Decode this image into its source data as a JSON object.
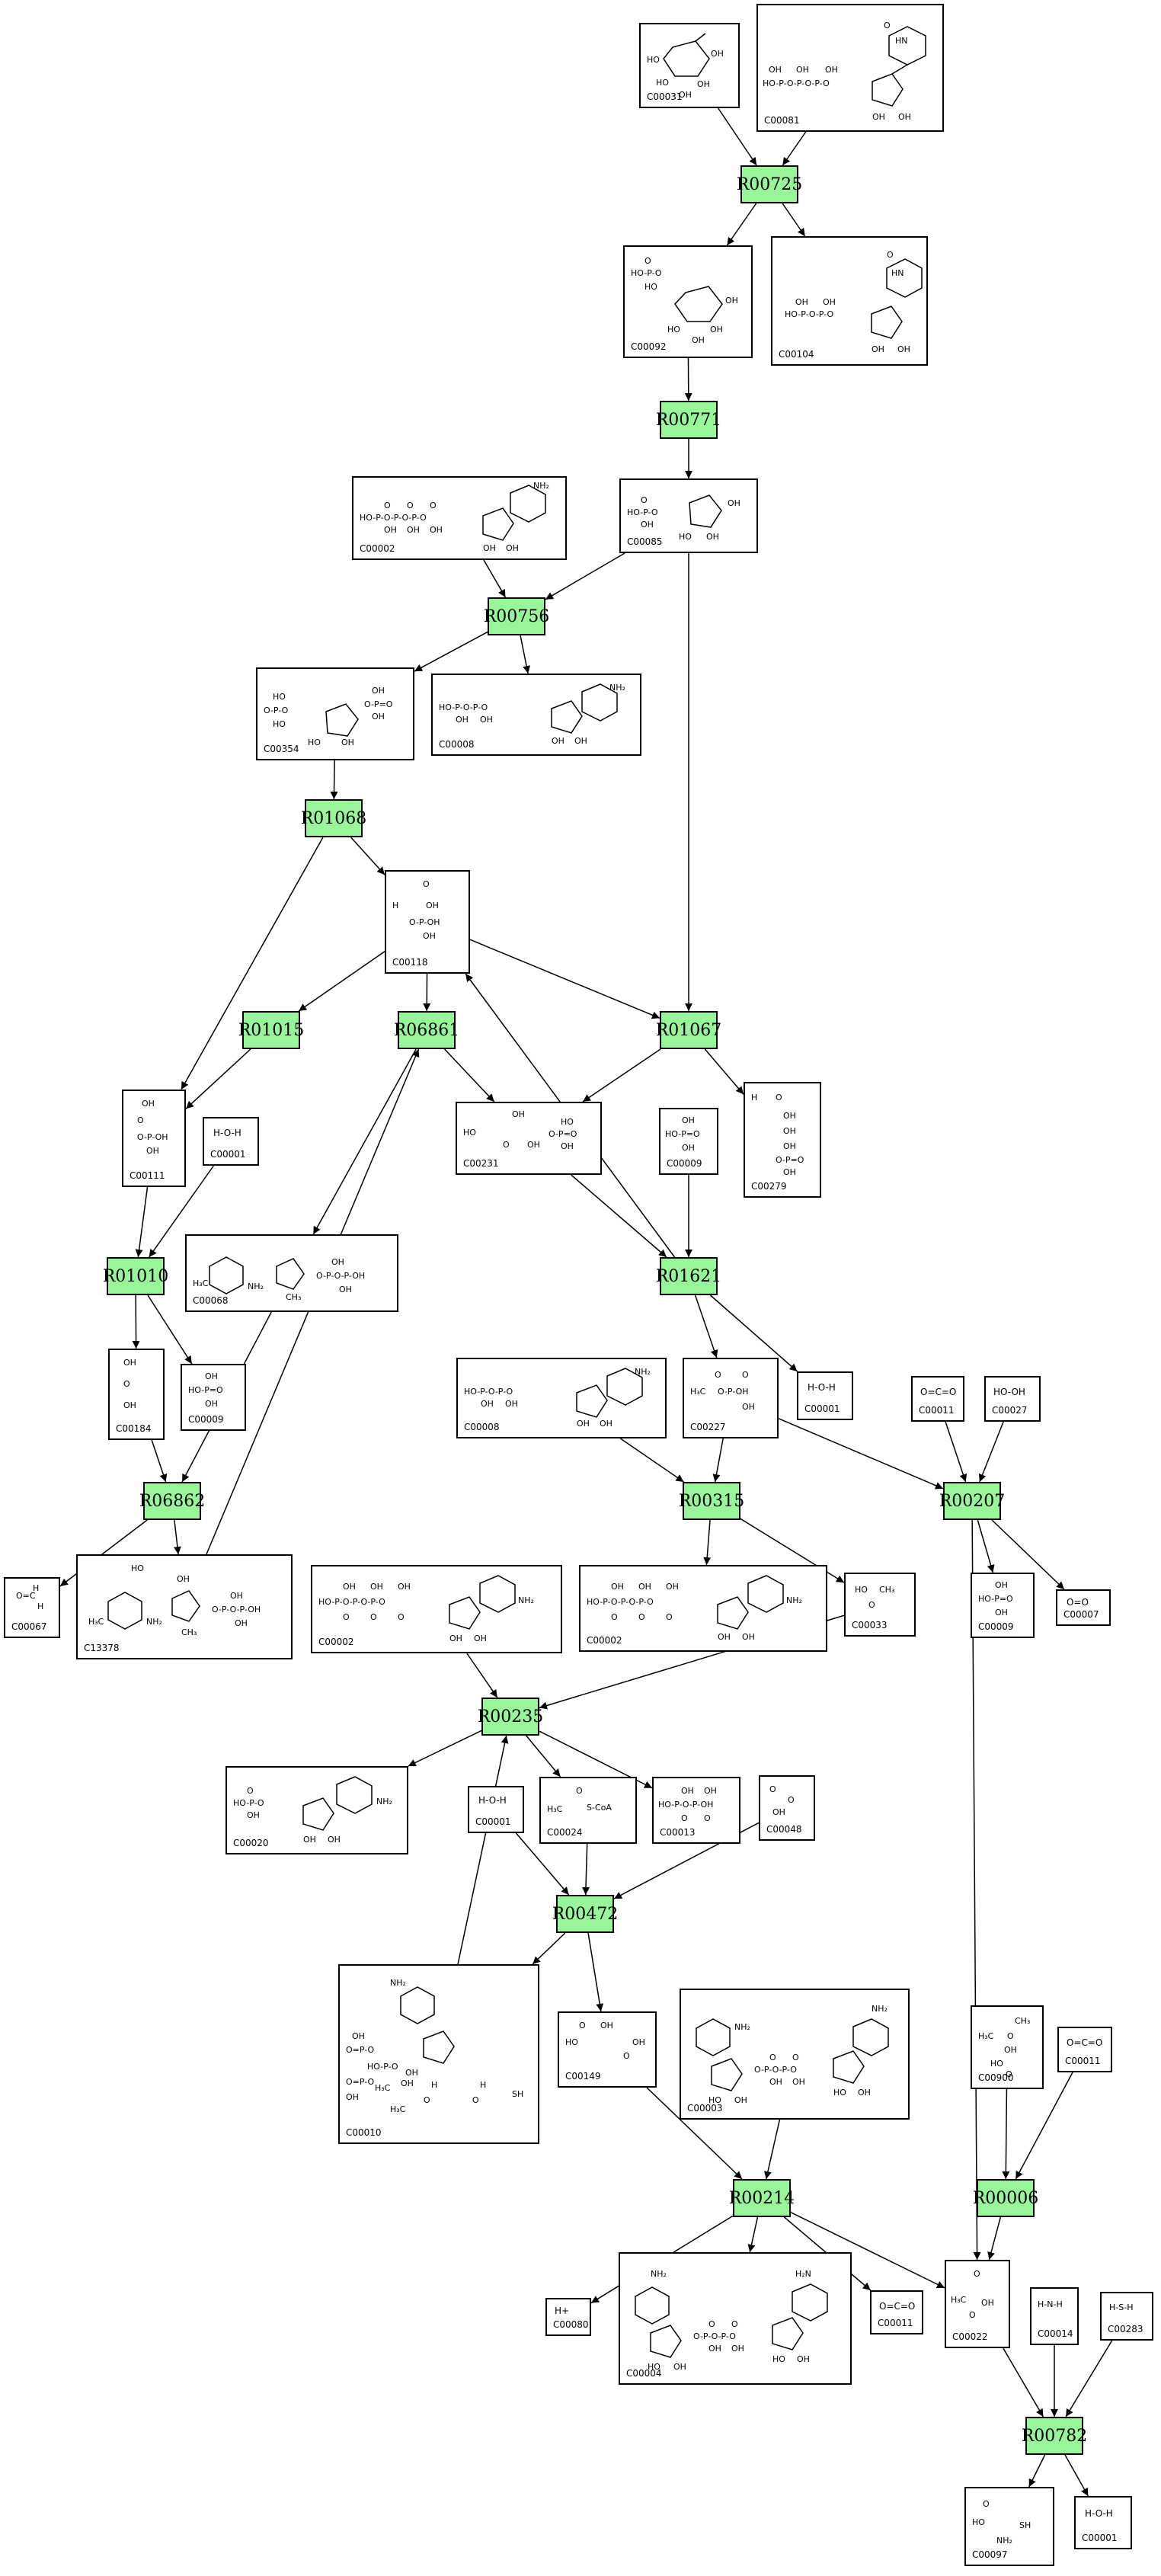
{
  "reactions": [
    {
      "id": "R00725",
      "label": "R00725"
    },
    {
      "id": "R00771",
      "label": "R00771"
    },
    {
      "id": "R00756",
      "label": "R00756"
    },
    {
      "id": "R01068",
      "label": "R01068"
    },
    {
      "id": "R01015",
      "label": "R01015"
    },
    {
      "id": "R06861",
      "label": "R06861"
    },
    {
      "id": "R01067",
      "label": "R01067"
    },
    {
      "id": "R01010",
      "label": "R01010"
    },
    {
      "id": "R01621",
      "label": "R01621"
    },
    {
      "id": "R06862",
      "label": "R06862"
    },
    {
      "id": "R00315",
      "label": "R00315"
    },
    {
      "id": "R00207",
      "label": "R00207"
    },
    {
      "id": "R00235",
      "label": "R00235"
    },
    {
      "id": "R00472",
      "label": "R00472"
    },
    {
      "id": "R00214",
      "label": "R00214"
    },
    {
      "id": "R00006",
      "label": "R00006"
    },
    {
      "id": "R00782",
      "label": "R00782"
    }
  ],
  "compounds": [
    {
      "key": "c00031_a",
      "id": "C00031",
      "formula": ""
    },
    {
      "key": "c00081_a",
      "id": "C00081",
      "formula": ""
    },
    {
      "key": "c00092_a",
      "id": "C00092",
      "formula": ""
    },
    {
      "key": "c00104_a",
      "id": "C00104",
      "formula": ""
    },
    {
      "key": "c00002_a",
      "id": "C00002",
      "formula": ""
    },
    {
      "key": "c00085_a",
      "id": "C00085",
      "formula": ""
    },
    {
      "key": "c00354_a",
      "id": "C00354",
      "formula": ""
    },
    {
      "key": "c00008_a",
      "id": "C00008",
      "formula": ""
    },
    {
      "key": "c00118_a",
      "id": "C00118",
      "formula": ""
    },
    {
      "key": "c00111_a",
      "id": "C00111",
      "formula": ""
    },
    {
      "key": "c00001_a",
      "id": "C00001",
      "formula": "H-O-H"
    },
    {
      "key": "c00231_a",
      "id": "C00231",
      "formula": ""
    },
    {
      "key": "c00009_a",
      "id": "C00009",
      "formula": ""
    },
    {
      "key": "c00279_a",
      "id": "C00279",
      "formula": ""
    },
    {
      "key": "c00068_a",
      "id": "C00068",
      "formula": ""
    },
    {
      "key": "c00184_a",
      "id": "C00184",
      "formula": ""
    },
    {
      "key": "c00009_b",
      "id": "C00009",
      "formula": ""
    },
    {
      "key": "c00008_b",
      "id": "C00008",
      "formula": ""
    },
    {
      "key": "c00227_a",
      "id": "C00227",
      "formula": ""
    },
    {
      "key": "c00001_b",
      "id": "C00001",
      "formula": "H-O-H"
    },
    {
      "key": "c00011_a",
      "id": "C00011",
      "formula": "O=C=O"
    },
    {
      "key": "c00027_a",
      "id": "C00027",
      "formula": "HO-OH"
    },
    {
      "key": "c00067_a",
      "id": "C00067",
      "formula": ""
    },
    {
      "key": "c13378_a",
      "id": "C13378",
      "formula": ""
    },
    {
      "key": "c00002_b",
      "id": "C00002",
      "formula": ""
    },
    {
      "key": "c00002_c",
      "id": "C00002",
      "formula": ""
    },
    {
      "key": "c00033_a",
      "id": "C00033",
      "formula": ""
    },
    {
      "key": "c00009_c",
      "id": "C00009",
      "formula": ""
    },
    {
      "key": "c00007_a",
      "id": "C00007",
      "formula": "O=O"
    },
    {
      "key": "c00020_a",
      "id": "C00020",
      "formula": ""
    },
    {
      "key": "c00001_c",
      "id": "C00001",
      "formula": "H-O-H"
    },
    {
      "key": "c00024_a",
      "id": "C00024",
      "formula": "S-CoA"
    },
    {
      "key": "c00013_a",
      "id": "C00013",
      "formula": ""
    },
    {
      "key": "c00048_a",
      "id": "C00048",
      "formula": ""
    },
    {
      "key": "c00010_a",
      "id": "C00010",
      "formula": ""
    },
    {
      "key": "c00149_a",
      "id": "C00149",
      "formula": ""
    },
    {
      "key": "c00003_a",
      "id": "C00003",
      "formula": ""
    },
    {
      "key": "c00900_a",
      "id": "C00900",
      "formula": ""
    },
    {
      "key": "c00011_b",
      "id": "C00011",
      "formula": "O=C=O"
    },
    {
      "key": "c00080_a",
      "id": "C00080",
      "formula": "H+"
    },
    {
      "key": "c00004_a",
      "id": "C00004",
      "formula": ""
    },
    {
      "key": "c00011_c",
      "id": "C00011",
      "formula": "O=C=O"
    },
    {
      "key": "c00022_a",
      "id": "C00022",
      "formula": ""
    },
    {
      "key": "c00014_a",
      "id": "C00014",
      "formula": "H-N-H"
    },
    {
      "key": "c00283_a",
      "id": "C00283",
      "formula": "H-S-H"
    },
    {
      "key": "c00097_a",
      "id": "C00097",
      "formula": ""
    },
    {
      "key": "c00001_d",
      "id": "C00001",
      "formula": "H-O-H"
    }
  ],
  "edges": [
    {
      "from": "c00031_a",
      "to": "R00725"
    },
    {
      "from": "c00081_a",
      "to": "R00725"
    },
    {
      "from": "R00725",
      "to": "c00092_a"
    },
    {
      "from": "R00725",
      "to": "c00104_a"
    },
    {
      "from": "c00092_a",
      "to": "R00771"
    },
    {
      "from": "R00771",
      "to": "c00085_a"
    },
    {
      "from": "c00002_a",
      "to": "R00756"
    },
    {
      "from": "c00085_a",
      "to": "R00756"
    },
    {
      "from": "c00085_a",
      "to": "R01067"
    },
    {
      "from": "R00756",
      "to": "c00354_a"
    },
    {
      "from": "R00756",
      "to": "c00008_a"
    },
    {
      "from": "c00354_a",
      "to": "R01068"
    },
    {
      "from": "R01068",
      "to": "c00118_a"
    },
    {
      "from": "R01068",
      "to": "c00111_a"
    },
    {
      "from": "c00118_a",
      "to": "R01015"
    },
    {
      "from": "c00118_a",
      "to": "R06861"
    },
    {
      "from": "c00118_a",
      "to": "R01067"
    },
    {
      "from": "R01015",
      "to": "c00111_a"
    },
    {
      "from": "R06861",
      "to": "c00231_a"
    },
    {
      "from": "R06861",
      "to": "c00068_a"
    },
    {
      "from": "R01067",
      "to": "c00231_a"
    },
    {
      "from": "R01067",
      "to": "c00279_a"
    },
    {
      "from": "c00111_a",
      "to": "R01010"
    },
    {
      "from": "c00001_a",
      "to": "R01010"
    },
    {
      "from": "c00231_a",
      "to": "R01621"
    },
    {
      "from": "c00009_a",
      "to": "R01621"
    },
    {
      "from": "R01621",
      "to": "c00118_a"
    },
    {
      "from": "R01621",
      "to": "c00227_a"
    },
    {
      "from": "R01621",
      "to": "c00001_b"
    },
    {
      "from": "R01010",
      "to": "c00184_a"
    },
    {
      "from": "R01010",
      "to": "c00009_b"
    },
    {
      "from": "c00184_a",
      "to": "R06862"
    },
    {
      "from": "c00068_a",
      "to": "R06862"
    },
    {
      "from": "R06862",
      "to": "c00067_a"
    },
    {
      "from": "R06862",
      "to": "c13378_a"
    },
    {
      "from": "c13378_a",
      "to": "R06861"
    },
    {
      "from": "c00008_b",
      "to": "R00315"
    },
    {
      "from": "c00227_a",
      "to": "R00315"
    },
    {
      "from": "c00227_a",
      "to": "R00207"
    },
    {
      "from": "c00011_a",
      "to": "R00207"
    },
    {
      "from": "c00027_a",
      "to": "R00207"
    },
    {
      "from": "R00315",
      "to": "c00002_c"
    },
    {
      "from": "R00315",
      "to": "c00033_a"
    },
    {
      "from": "R00207",
      "to": "c00009_c"
    },
    {
      "from": "R00207",
      "to": "c00007_a"
    },
    {
      "from": "R00207",
      "to": "c00022_a"
    },
    {
      "from": "c00002_b",
      "to": "R00235"
    },
    {
      "from": "c00033_a",
      "to": "R00235"
    },
    {
      "from": "R00235",
      "to": "c00020_a"
    },
    {
      "from": "R00235",
      "to": "c00024_a"
    },
    {
      "from": "R00235",
      "to": "c00013_a"
    },
    {
      "from": "c00010_a",
      "to": "R00235"
    },
    {
      "from": "c00001_c",
      "to": "R00472"
    },
    {
      "from": "c00024_a",
      "to": "R00472"
    },
    {
      "from": "c00048_a",
      "to": "R00472"
    },
    {
      "from": "R00472",
      "to": "c00010_a"
    },
    {
      "from": "R00472",
      "to": "c00149_a"
    },
    {
      "from": "c00149_a",
      "to": "R00214"
    },
    {
      "from": "c00003_a",
      "to": "R00214"
    },
    {
      "from": "R00214",
      "to": "c00080_a"
    },
    {
      "from": "R00214",
      "to": "c00004_a"
    },
    {
      "from": "R00214",
      "to": "c00011_c"
    },
    {
      "from": "R00214",
      "to": "c00022_a"
    },
    {
      "from": "c00900_a",
      "to": "R00006"
    },
    {
      "from": "c00011_b",
      "to": "R00006"
    },
    {
      "from": "R00006",
      "to": "c00022_a"
    },
    {
      "from": "c00022_a",
      "to": "R00782"
    },
    {
      "from": "c00014_a",
      "to": "R00782"
    },
    {
      "from": "c00283_a",
      "to": "R00782"
    },
    {
      "from": "R00782",
      "to": "c00097_a"
    },
    {
      "from": "R00782",
      "to": "c00001_d"
    }
  ]
}
